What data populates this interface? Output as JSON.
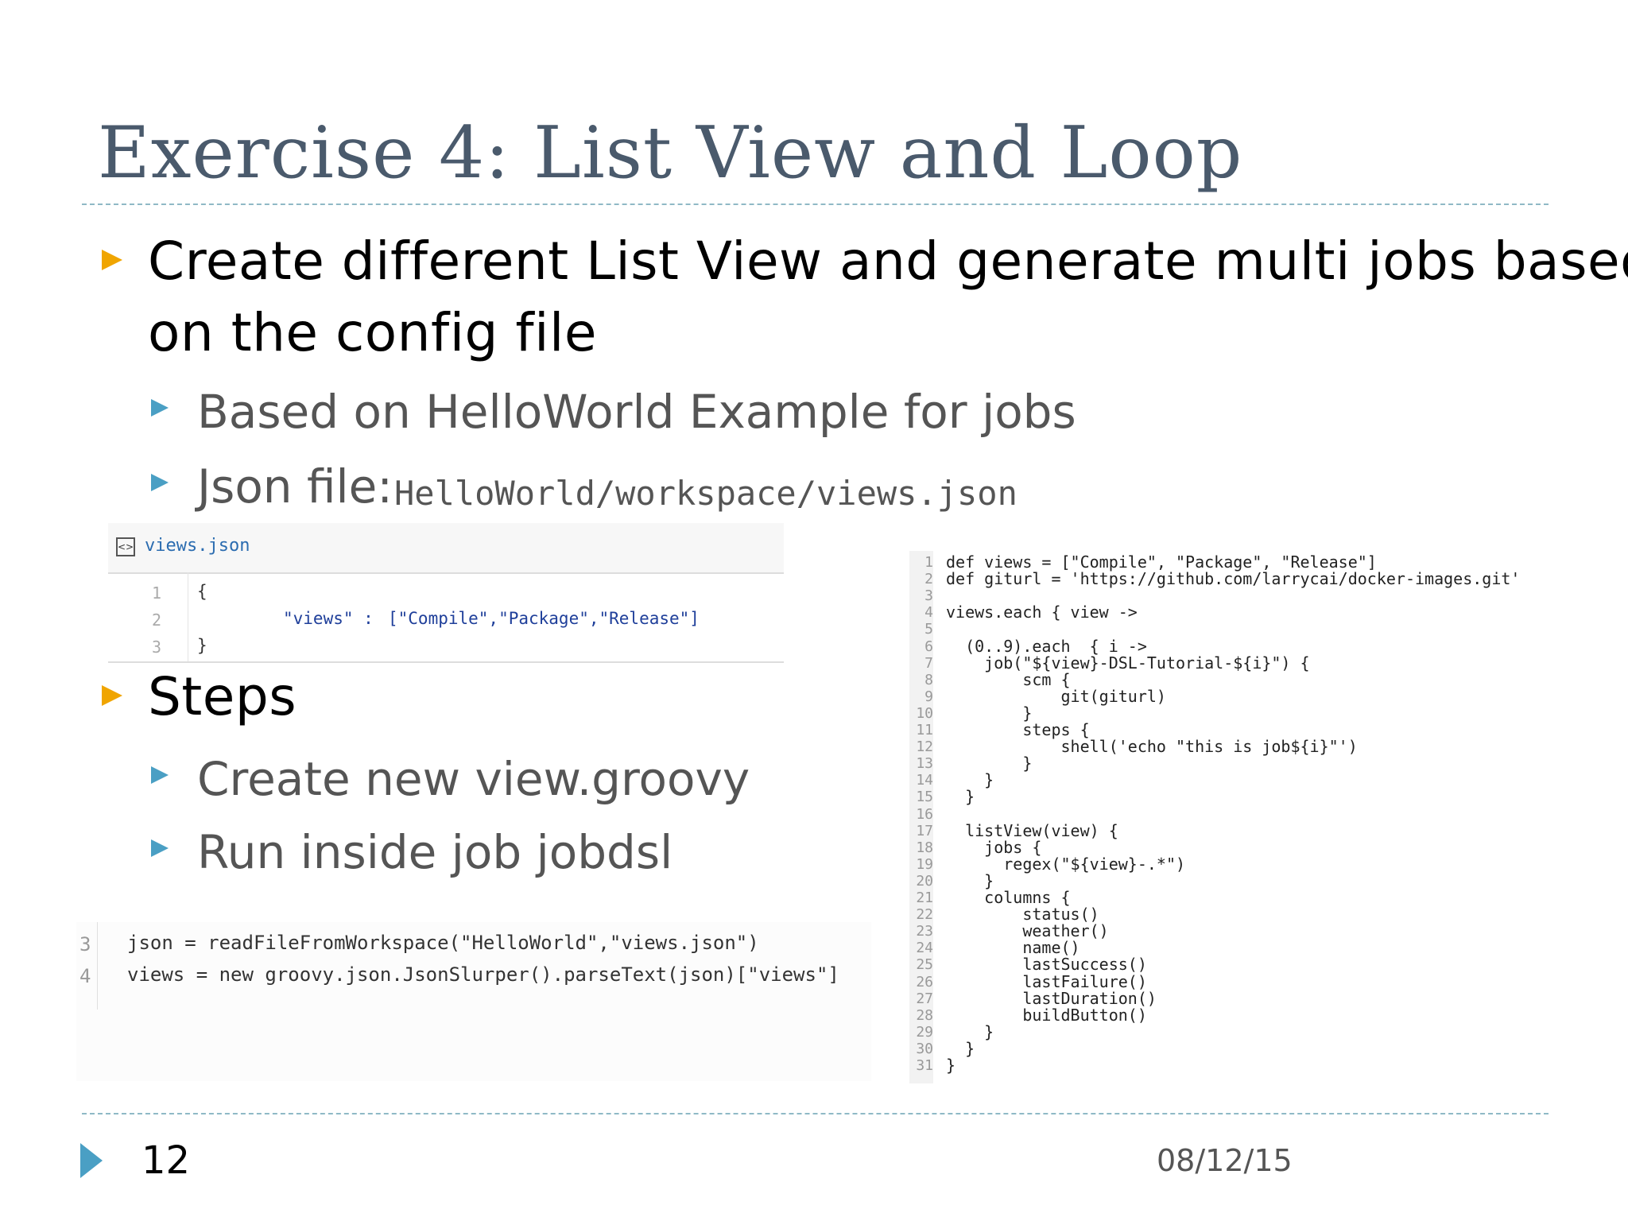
{
  "slide": {
    "title": "Exercise 4: List View and Loop",
    "bullet1": {
      "line1": "Create different List View and generate multi jobs based",
      "line2": "on the config file",
      "sub1": "Based on HelloWorld Example for jobs",
      "sub2_label": "Json file:",
      "sub2_path": "HelloWorld/workspace/views.json"
    },
    "bullet2": {
      "label": "Steps",
      "sub1": "Create new view.groovy",
      "sub2": "Run inside job jobdsl"
    },
    "page_number": "12",
    "date": "08/12/15"
  },
  "json_file": {
    "filename": "views.json",
    "line_numbers": [
      "1",
      "2",
      "3"
    ],
    "line1": "{",
    "line2_key": "\"views\" : ",
    "line2_value": "[\"Compile\",\"Package\",\"Release\"]",
    "line3": "}"
  },
  "read_snippet": {
    "line_numbers": [
      "3",
      "4"
    ],
    "line3": "json = readFileFromWorkspace(\"HelloWorld\",\"views.json\")",
    "line4": "views = new groovy.json.JsonSlurper().parseText(json)[\"views\"]"
  },
  "groovy_code": {
    "line_numbers": [
      "1",
      "2",
      "3",
      "4",
      "5",
      "6",
      "7",
      "8",
      "9",
      "10",
      "11",
      "12",
      "13",
      "14",
      "15",
      "16",
      "17",
      "18",
      "19",
      "20",
      "21",
      "22",
      "23",
      "24",
      "25",
      "26",
      "27",
      "28",
      "29",
      "30",
      "31"
    ],
    "lines": [
      "def views = [\"Compile\", \"Package\", \"Release\"]",
      "def giturl = 'https://github.com/larrycai/docker-images.git'",
      "",
      "views.each { view ->",
      "",
      "  (0..9).each  { i ->",
      "    job(\"${view}-DSL-Tutorial-${i}\") {",
      "        scm {",
      "            git(giturl)",
      "        }",
      "        steps {",
      "            shell('echo \"this is job${i}\"')",
      "        }",
      "    }",
      "  }",
      "",
      "  listView(view) {",
      "    jobs {",
      "      regex(\"${view}-.*\")",
      "    }",
      "    columns {",
      "        status()",
      "        weather()",
      "        name()",
      "        lastSuccess()",
      "        lastFailure()",
      "        lastDuration()",
      "        buildButton()",
      "    }",
      "  }",
      "}"
    ]
  }
}
